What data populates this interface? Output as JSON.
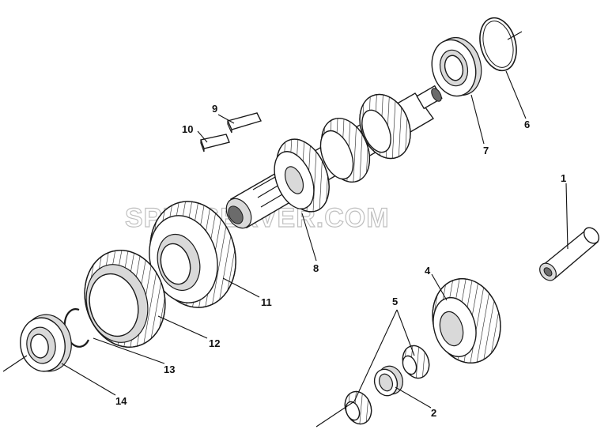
{
  "watermark": "SPECSERVER.COM",
  "callouts": [
    {
      "id": "c1",
      "label": "1"
    },
    {
      "id": "c2",
      "label": "2"
    },
    {
      "id": "c4",
      "label": "4"
    },
    {
      "id": "c5",
      "label": "5"
    },
    {
      "id": "c6",
      "label": "6"
    },
    {
      "id": "c7",
      "label": "7"
    },
    {
      "id": "c8",
      "label": "8"
    },
    {
      "id": "c9",
      "label": "9"
    },
    {
      "id": "c10",
      "label": "10"
    },
    {
      "id": "c11",
      "label": "11"
    },
    {
      "id": "c12",
      "label": "12"
    },
    {
      "id": "c13",
      "label": "13"
    },
    {
      "id": "c14",
      "label": "14"
    }
  ]
}
